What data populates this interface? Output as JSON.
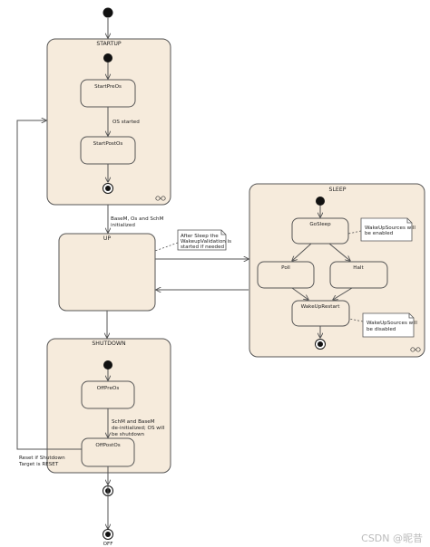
{
  "states": {
    "startup": "STARTUP",
    "up": "UP",
    "shutdown": "SHUTDOWN",
    "sleep": "SLEEP",
    "start_pre_os": "StartPreOs",
    "start_post_os": "StartPostOs",
    "off_pre_os": "OffPreOs",
    "off_post_os": "OffPostOs",
    "go_sleep": "GoSleep",
    "poll": "Poll",
    "halt": "Halt",
    "wakeup_restart": "WakeUpRestart",
    "off": "OFF"
  },
  "transitions": {
    "os_started": "OS started",
    "basem_line1": "BaseM, Os and SchM",
    "basem_line2": "initialized",
    "schm_line1": "SchM and BaseM",
    "schm_line2": "de-initialized; OS will",
    "schm_line3": "be shutdown",
    "reset_line1": "Reset if Shutdown",
    "reset_line2": "Target is RESET"
  },
  "notes": {
    "after_sleep_line1": "After Sleep the",
    "after_sleep_line2": "WakeupValidation is",
    "after_sleep_line3": "started if needed",
    "wakeup_enabled_line1": "WakeUpSources will",
    "wakeup_enabled_line2": "be enabled",
    "wakeup_disabled_line1": "WakeUpSources will",
    "wakeup_disabled_line2": "be disabled"
  },
  "watermark": "CSDN @昵昔",
  "colors": {
    "state_fill": "#f6ebdc",
    "stroke": "#555555",
    "note_fill": "#ffffff"
  }
}
